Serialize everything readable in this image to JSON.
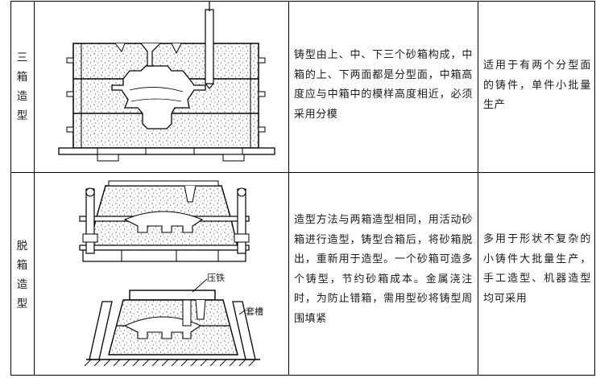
{
  "rows": [
    {
      "name_lines": [
        "三箱",
        "造型"
      ],
      "description": "铸型由上、中、下三个砂箱构成，中箱的上、下两面都是分型面，中箱高度应与中箱中的模样高度相近，必须采用分模",
      "applications": "适用于有两个分型面的铸件，单件小批量生产"
    },
    {
      "name_lines": [
        "脱箱",
        "造型"
      ],
      "description": "造型方法与两箱造型相同，用活动砂箱进行造型，铸型合箱后，将砂箱脱出，重新用于造型。一个砂箱可造多个铸型，节约砂箱成本。金属浇注时，为防止错箱，需用型砂将铸型周围填紧",
      "applications": "多用于形状不复杂的小铸件大批量生产，手工造型、机器造型均可采用"
    }
  ],
  "figure_labels": {
    "press_iron": "压铁",
    "sleeve": "套槽"
  }
}
